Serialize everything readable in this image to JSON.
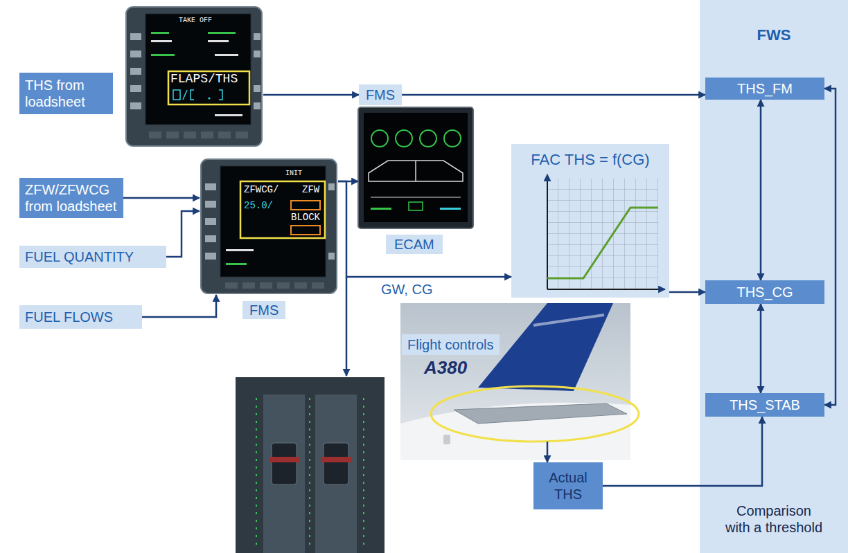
{
  "diagram": {
    "nodes": [
      {
        "text": [
          "THS from loadsheet"
        ]
      },
      {
        "text": [
          "FLAPS/THS"
        ]
      },
      {
        "text": [
          "FMS"
        ]
      },
      {
        "text": [
          "FWS",
          "Comparison with a threshold"
        ]
      },
      {
        "text": [
          "THS_FM"
        ],
        "in": 3
      },
      {
        "text": [
          "THS_CG"
        ],
        "in": 3
      },
      {
        "text": [
          "THS_STAB"
        ],
        "in": 3
      },
      {
        "text": [
          "ZFW/ZFWCG from loadsheet"
        ]
      },
      {
        "text": [
          "FUEL QUANTITY"
        ]
      },
      {
        "text": [
          "FUEL FLOWS"
        ]
      },
      {
        "text": [
          "FMS"
        ]
      },
      {
        "text": [
          "ECAM"
        ]
      },
      {
        "text": [
          "FAC THS = f(CG)"
        ]
      },
      {
        "text": [
          "Flight controls"
        ]
      },
      {
        "text": [
          "Actual THS"
        ]
      }
    ],
    "edges": [
      {
        "from": 1,
        "to": 2,
        "arrow": "to"
      },
      {
        "from": 2,
        "to": 4,
        "arrow": "to"
      },
      {
        "from": 7,
        "to": 10,
        "arrow": "to"
      },
      {
        "from": 8,
        "to": 10,
        "arrow": "to"
      },
      {
        "from": 9,
        "to": 10,
        "arrow": "to"
      },
      {
        "from": 10,
        "to": 11,
        "arrow": "to"
      },
      {
        "from": 10,
        "to": 12,
        "label": "GW, CG",
        "arrow": "to"
      },
      {
        "from": 12,
        "to": 5,
        "arrow": "to"
      },
      {
        "from": 13,
        "to": 14,
        "arrow": "to"
      },
      {
        "from": 14,
        "to": 6,
        "arrow": "to"
      },
      {
        "from": 4,
        "to": 5,
        "arrow": "both"
      },
      {
        "from": 5,
        "to": 6,
        "arrow": "both"
      },
      {
        "from": 4,
        "to": 6,
        "arrow": "both"
      }
    ],
    "labels": [
      "TAKE OFF",
      "INIT",
      "ZFWCG/",
      "ZFW",
      "25.0/",
      "BLOCK",
      "A380"
    ]
  }
}
